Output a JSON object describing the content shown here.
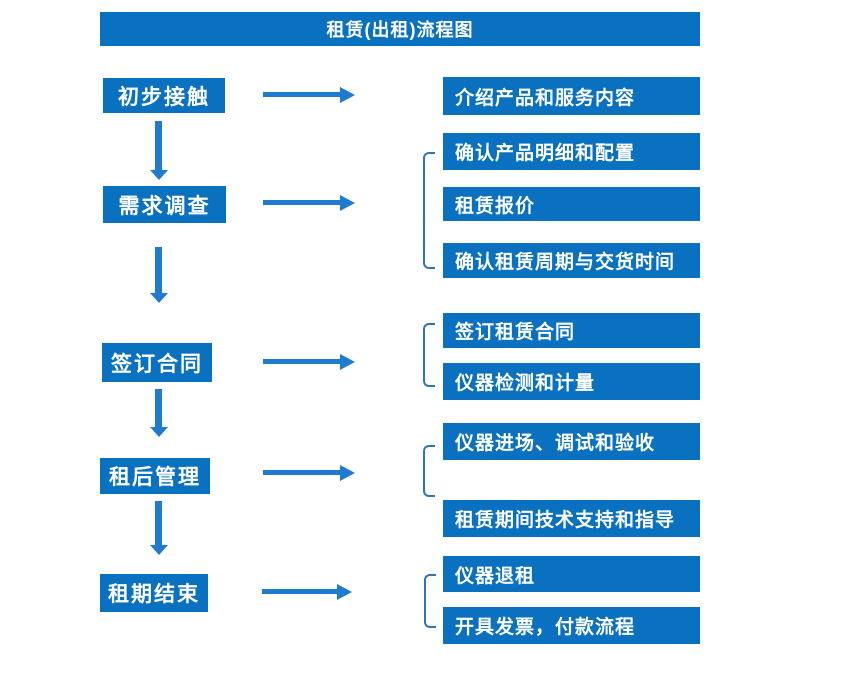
{
  "title": "租赁(出租)流程图",
  "colors": {
    "box_blue": "#0a70c0",
    "arrow_blue": "#1f7bd0",
    "bracket_blue": "#2e75b6",
    "text": "#ffffff",
    "background": "#ffffff"
  },
  "stages": [
    {
      "label": "初步接触",
      "details": [
        "介绍产品和服务内容"
      ]
    },
    {
      "label": "需求调查",
      "details": [
        "确认产品明细和配置",
        "租赁报价",
        "确认租赁周期与交货时间"
      ]
    },
    {
      "label": "签订合同",
      "details": [
        "签订租赁合同",
        "仪器检测和计量"
      ]
    },
    {
      "label": "租后管理",
      "details": [
        "仪器进场、调试和验收",
        "租赁期间技术支持和指导"
      ]
    },
    {
      "label": "租期结束",
      "details": [
        "仪器退租",
        "开具发票，付款流程"
      ]
    }
  ]
}
